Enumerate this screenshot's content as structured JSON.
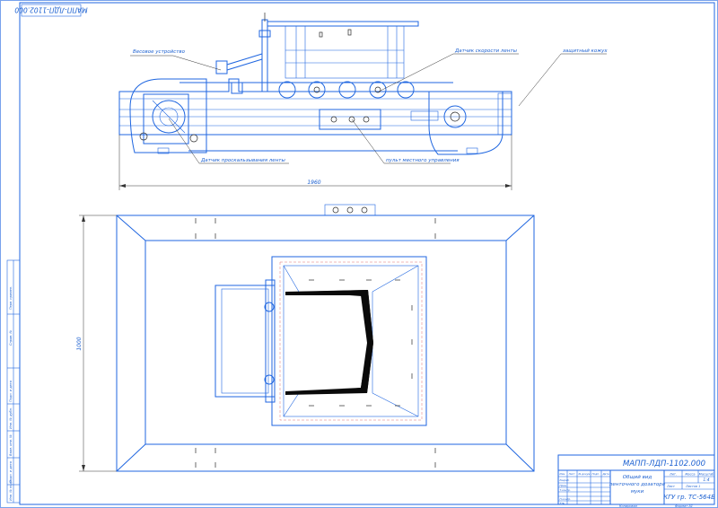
{
  "drawing": {
    "stamp_code": "МАПП-ЛДП-1102.000",
    "rotated_code": "МАПП-ЛДП-1102.000",
    "title_lines": [
      "Общий вид",
      "ленточного дозатора",
      "муки"
    ],
    "lit_value": "1:4",
    "sheet_label": "Лист",
    "sheets_label": "Листов 1",
    "group": "КГУ гр. ТС-564Б",
    "format_label": "Формат А1",
    "copied_label": "Копировал"
  },
  "callouts": {
    "weighing_device": "Весовое устройство",
    "speed_sensor": "Датчик скорости ленты",
    "guard": "защитный кожух",
    "slip_sensor": "Датчик проскальзывания ленты",
    "control_panel": "пульт местного управления"
  },
  "dimensions": {
    "length": "1960",
    "width": "1000"
  },
  "title_block": {
    "change_cols": [
      "Изм.",
      "Лист",
      "№ докум.",
      "Подп.",
      "Дата"
    ],
    "role_rows": [
      "Разраб.",
      "Пров.",
      "Т.контр.",
      "",
      "Н.контр.",
      "Утв."
    ],
    "lit_header": [
      "Лит.",
      "Масса",
      "Масштаб"
    ]
  },
  "left_strip": {
    "labels": [
      "Перв. примен.",
      "Справ. №",
      "Подп. и дата",
      "Инв. № дубл.",
      "Взам. инв. №",
      "Подп. и дата",
      "Инв. № подл."
    ]
  }
}
